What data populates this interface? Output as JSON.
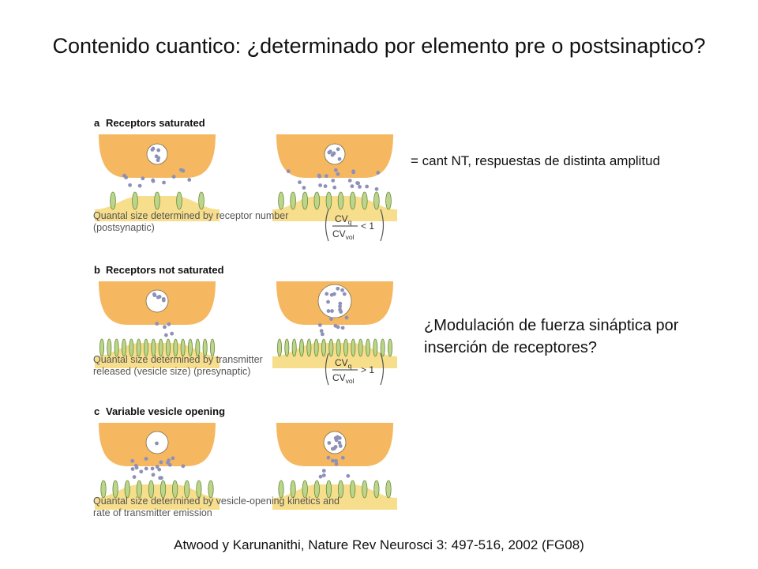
{
  "slide": {
    "title": "Contenido cuantico: ¿determinado por elemento pre o postsinaptico?",
    "note_same_nt": "= cant NT, respuestas de distinta amplitud",
    "note_question": "¿Modulación de fuerza sináptica por inserción de receptores?",
    "citation": "Atwood y Karunanithi, Nature Rev Neurosci 3: 497-516, 2002 (FG08)"
  },
  "figure": {
    "colors": {
      "presynaptic": "#f5b860",
      "postsynaptic": "#f7de8c",
      "receptor": "#bcd58a",
      "transmitter": "#8d91b8",
      "caption_text": "#555555"
    },
    "panels": [
      {
        "letter": "a",
        "title": "Receptors saturated",
        "caption_lines": [
          "Quantal size determined by receptor number",
          "(postsynaptic)"
        ],
        "ratio": {
          "numerator": "CV",
          "numerator_sub": "q",
          "denominator": "CV",
          "denominator_sub": "vol",
          "relation": "< 1"
        }
      },
      {
        "letter": "b",
        "title": "Receptors not saturated",
        "caption_lines": [
          "Quantal size determined by transmitter",
          "released (vesicle size) (presynaptic)"
        ],
        "ratio": {
          "numerator": "CV",
          "numerator_sub": "q",
          "denominator": "CV",
          "denominator_sub": "vol",
          "relation": "> 1"
        }
      },
      {
        "letter": "c",
        "title": "Variable vesicle opening",
        "caption_lines": [
          "Quantal size determined by vesicle-opening kinetics and",
          "rate of transmitter emission"
        ],
        "ratio": null
      }
    ]
  }
}
